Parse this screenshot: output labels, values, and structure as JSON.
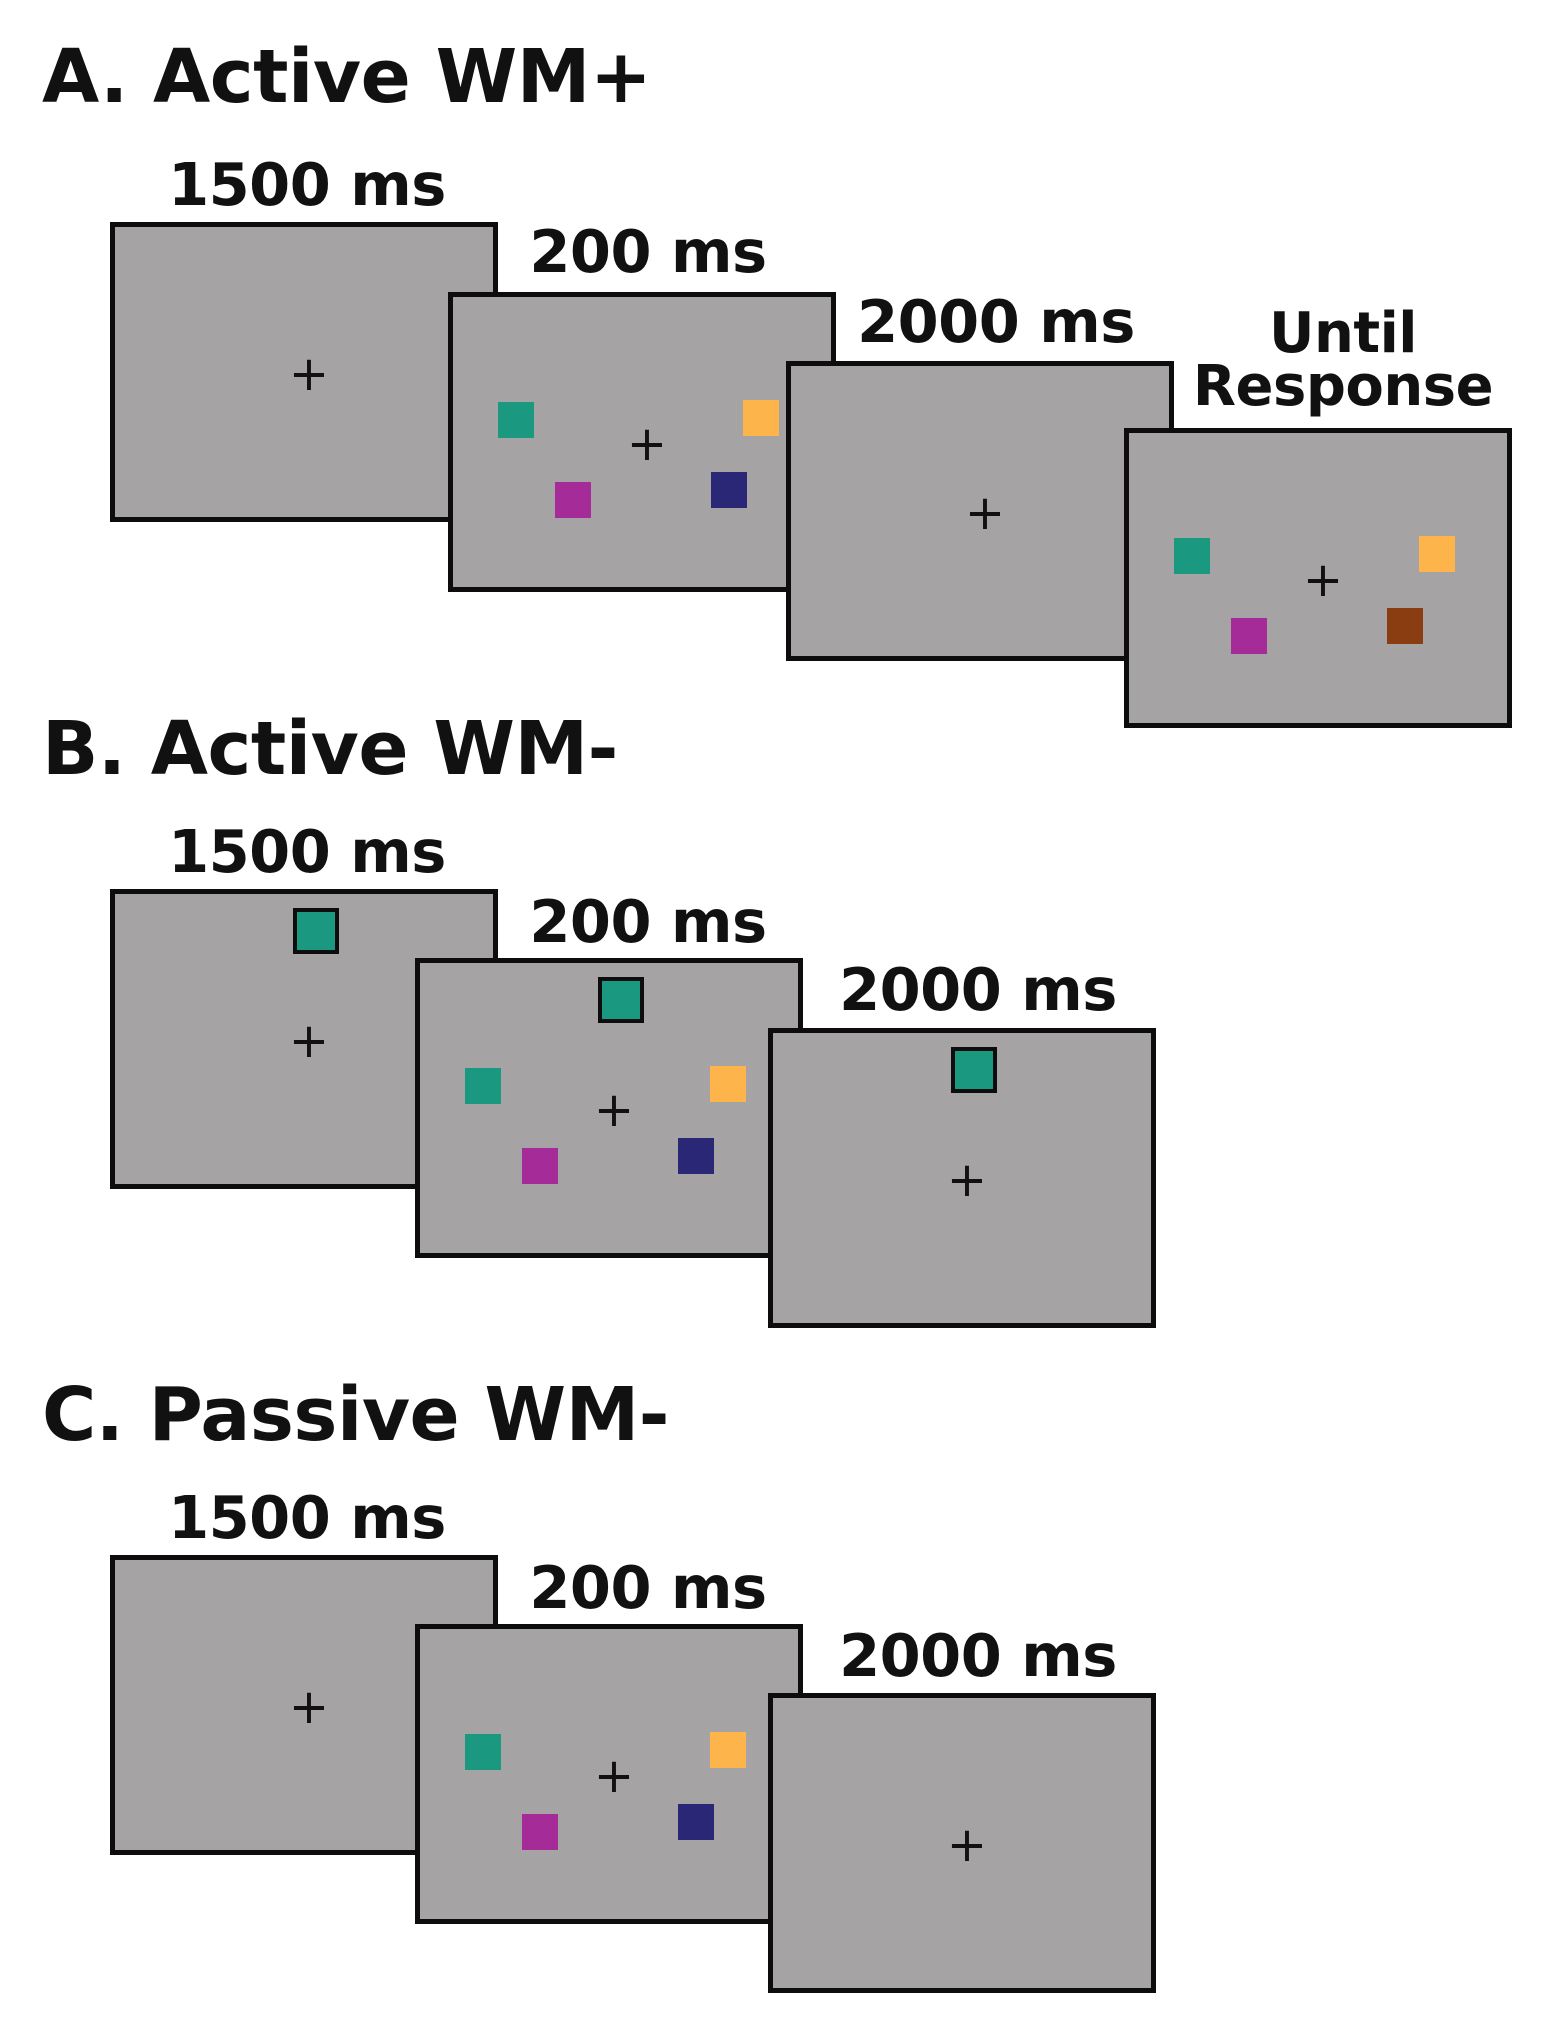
{
  "colors": {
    "screen_bg": "#a6a3a4",
    "teal": "#1b9980",
    "orange": "#fdb44a",
    "magenta": "#a52b98",
    "navy": "#2b2777",
    "brown": "#8b3d12"
  },
  "fixation_symbol": "+",
  "panels": [
    {
      "title": "A. Active WM+",
      "durations": [
        "1500 ms",
        "200 ms",
        "2000 ms"
      ],
      "final_line1": "Until",
      "final_line2": "Response"
    },
    {
      "title": "B. Active WM-",
      "durations": [
        "1500 ms",
        "200 ms",
        "2000 ms"
      ]
    },
    {
      "title": "C. Passive WM-",
      "durations": [
        "1500 ms",
        "200 ms",
        "2000 ms"
      ]
    }
  ]
}
